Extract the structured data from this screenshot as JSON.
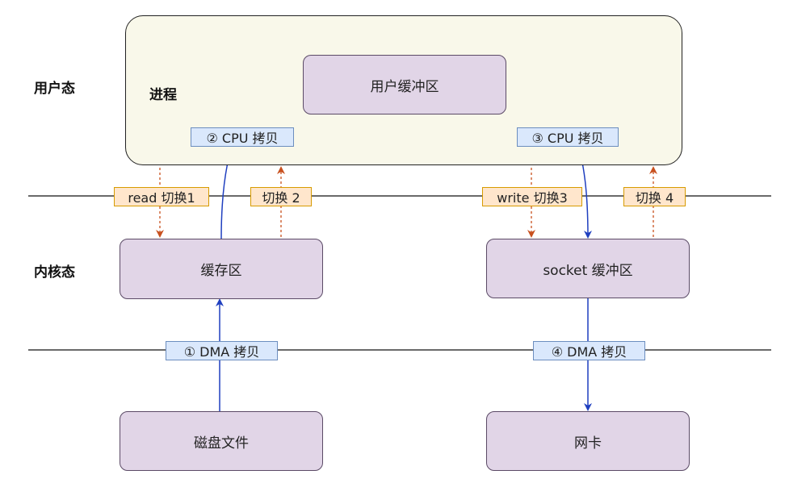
{
  "zones": {
    "user_mode": "用户态",
    "kernel_mode": "内核态",
    "process": "进程"
  },
  "boxes": {
    "user_buffer": "用户缓冲区",
    "kernel_cache": "缓存区",
    "socket_buffer": "socket 缓冲区",
    "disk_file": "磁盘文件",
    "nic": "网卡"
  },
  "steps": {
    "dma_copy_1": "① DMA 拷贝",
    "cpu_copy_2": "② CPU 拷贝",
    "cpu_copy_3": "③ CPU 拷贝",
    "dma_copy_4": "④ DMA 拷贝"
  },
  "switches": {
    "read_switch_1": "read 切换1",
    "switch_2": "切换 2",
    "write_switch_3": "write 切换3",
    "switch_4": "切换 4"
  },
  "colors": {
    "box_fill": "#e1d5e7",
    "process_fill": "#f9f8ea",
    "data_arrow": "#1f3fbf",
    "switch_arrow": "#c8501e",
    "tag_blue": "#dae8fc",
    "tag_orange": "#ffe6cc"
  }
}
